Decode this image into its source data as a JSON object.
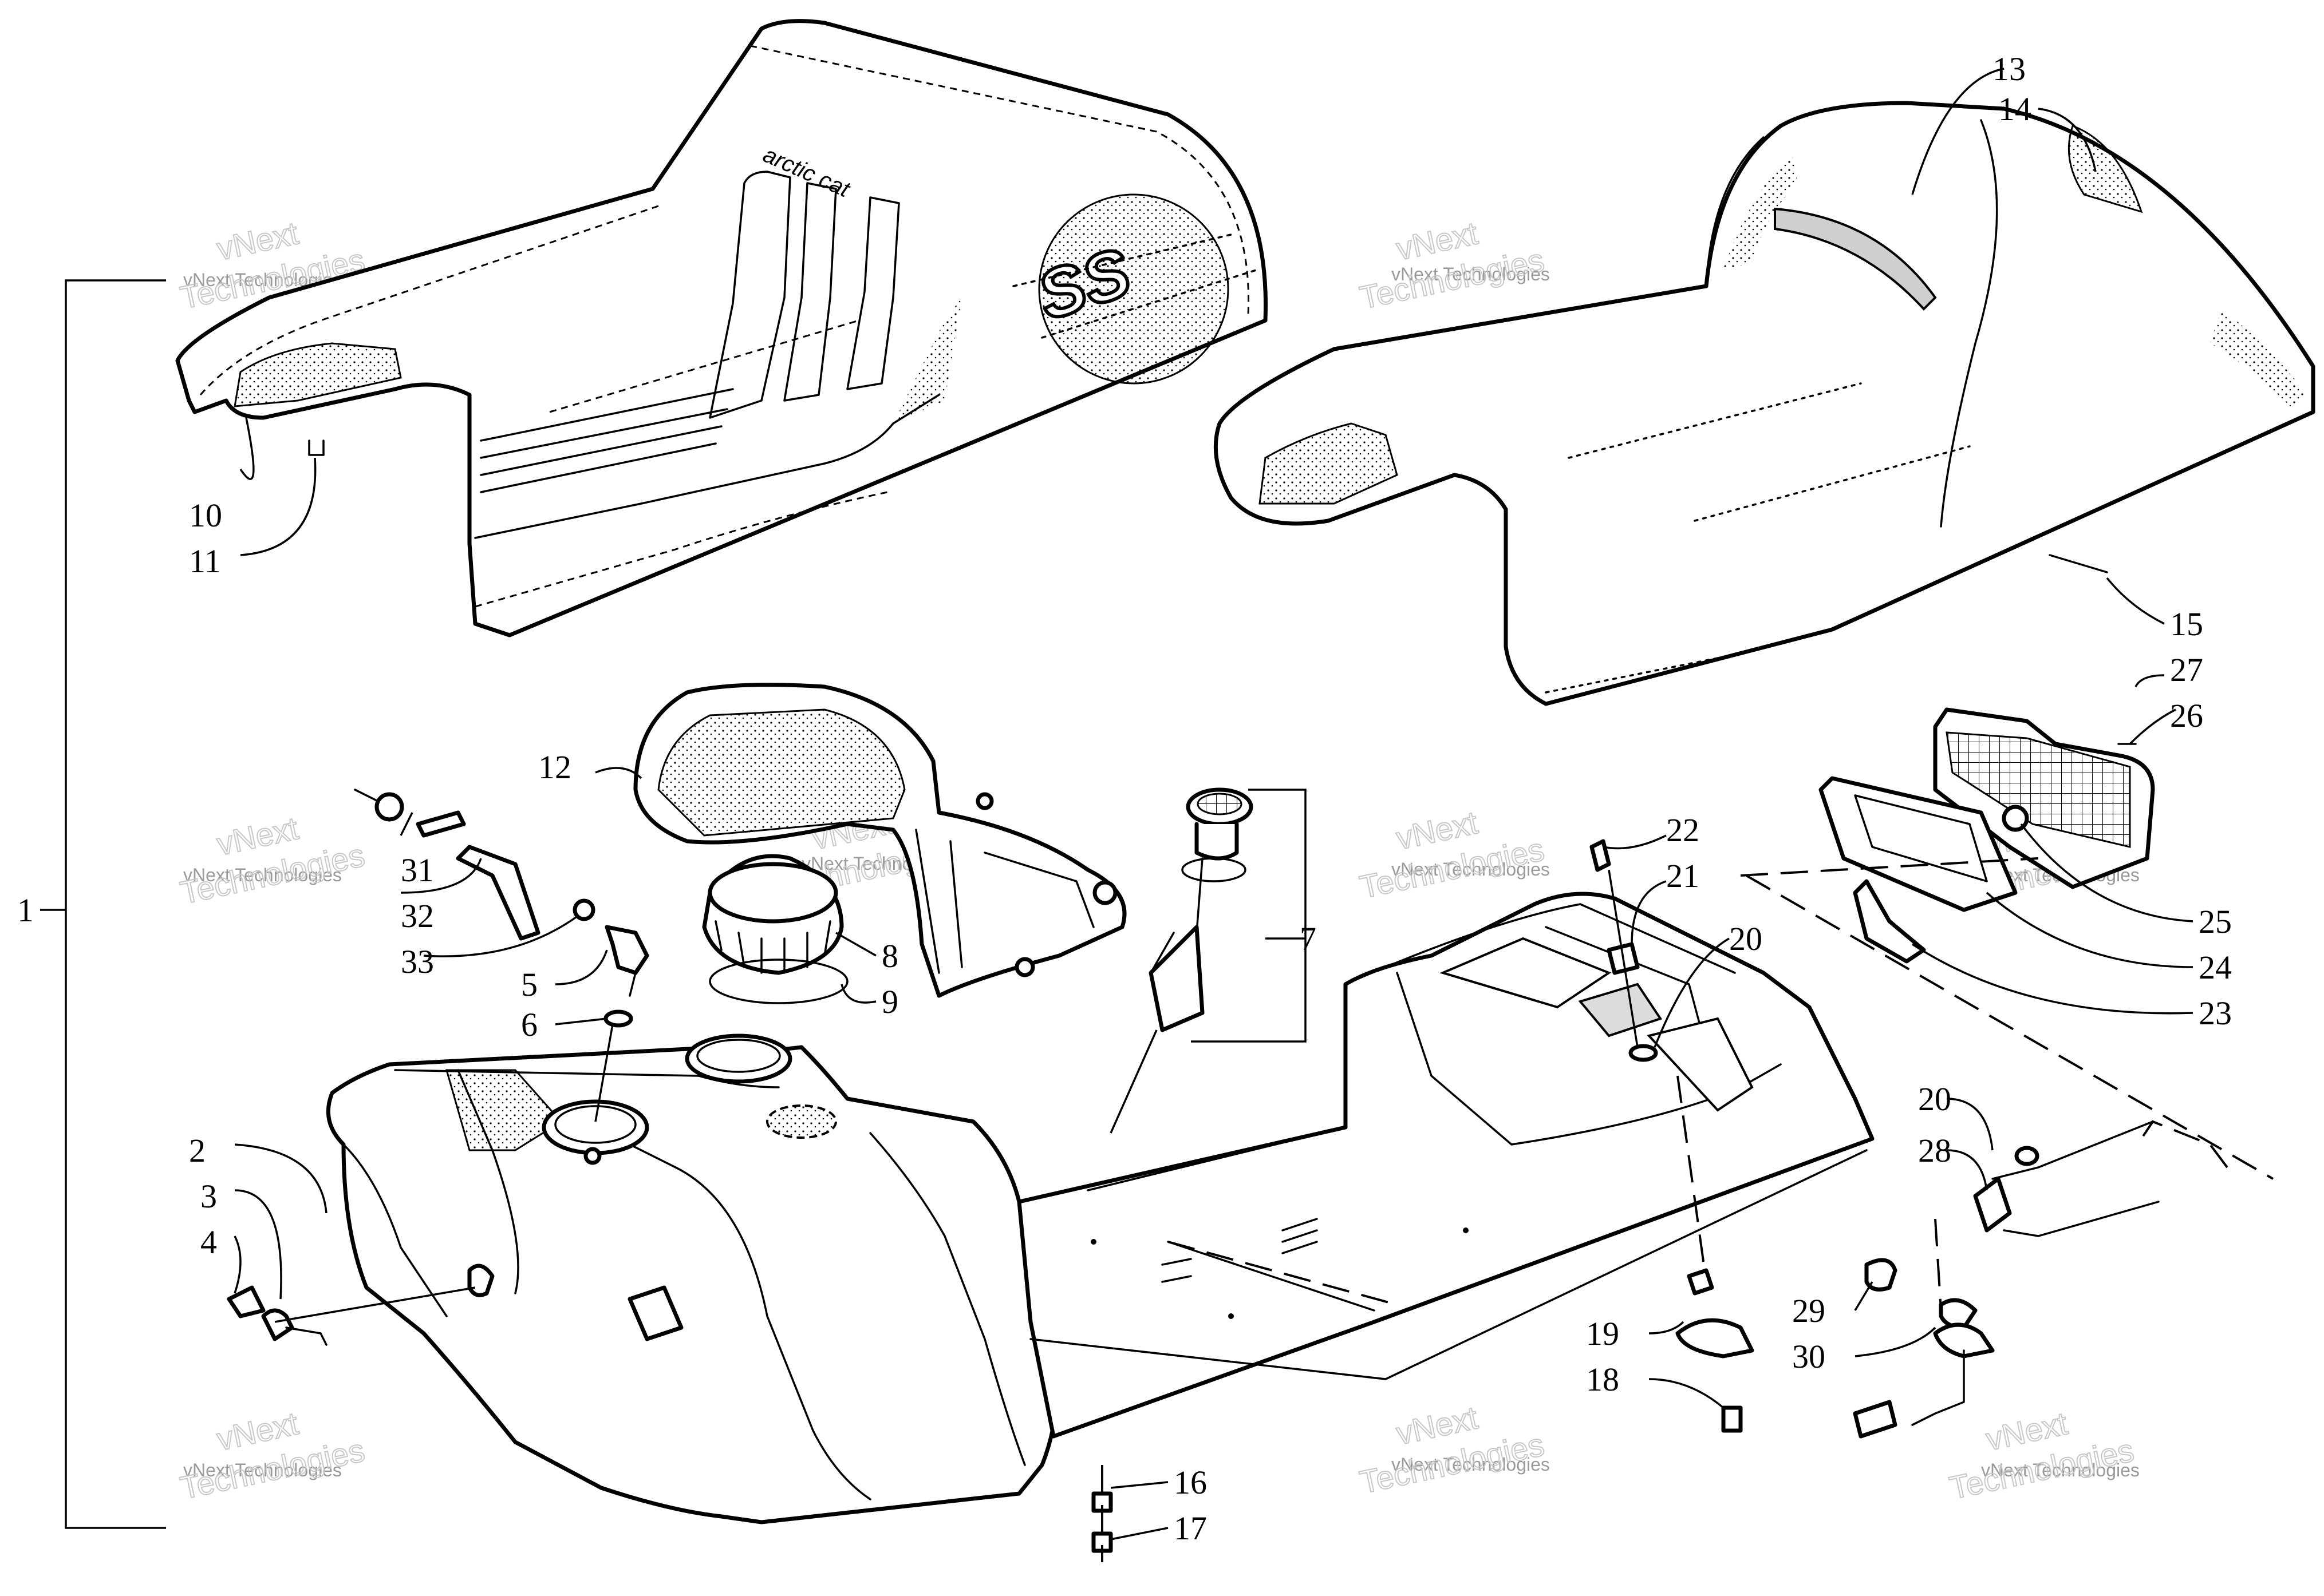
{
  "diagram": {
    "brand_text": "arctic cat",
    "badge_text": "SS",
    "assembly_bracket_label": "1",
    "callouts": [
      {
        "id": "c1",
        "label": "1"
      },
      {
        "id": "c2",
        "label": "2"
      },
      {
        "id": "c3",
        "label": "3"
      },
      {
        "id": "c4",
        "label": "4"
      },
      {
        "id": "c5",
        "label": "5"
      },
      {
        "id": "c6",
        "label": "6"
      },
      {
        "id": "c7",
        "label": "7"
      },
      {
        "id": "c8",
        "label": "8"
      },
      {
        "id": "c9",
        "label": "9"
      },
      {
        "id": "c10",
        "label": "10"
      },
      {
        "id": "c11",
        "label": "11"
      },
      {
        "id": "c12",
        "label": "12"
      },
      {
        "id": "c13",
        "label": "13"
      },
      {
        "id": "c14",
        "label": "14"
      },
      {
        "id": "c15",
        "label": "15"
      },
      {
        "id": "c16",
        "label": "16"
      },
      {
        "id": "c17",
        "label": "17"
      },
      {
        "id": "c18",
        "label": "18"
      },
      {
        "id": "c19",
        "label": "19"
      },
      {
        "id": "c20a",
        "label": "20"
      },
      {
        "id": "c20b",
        "label": "20"
      },
      {
        "id": "c21",
        "label": "21"
      },
      {
        "id": "c22",
        "label": "22"
      },
      {
        "id": "c23",
        "label": "23"
      },
      {
        "id": "c24",
        "label": "24"
      },
      {
        "id": "c25",
        "label": "25"
      },
      {
        "id": "c26",
        "label": "26"
      },
      {
        "id": "c27",
        "label": "27"
      },
      {
        "id": "c28",
        "label": "28"
      },
      {
        "id": "c29",
        "label": "29"
      },
      {
        "id": "c30",
        "label": "30"
      },
      {
        "id": "c31",
        "label": "31"
      },
      {
        "id": "c32",
        "label": "32"
      },
      {
        "id": "c33",
        "label": "33"
      }
    ]
  },
  "watermark": {
    "small_text": "vNext Technologies",
    "big_line1": "vNext",
    "big_line2": "Technologies"
  }
}
